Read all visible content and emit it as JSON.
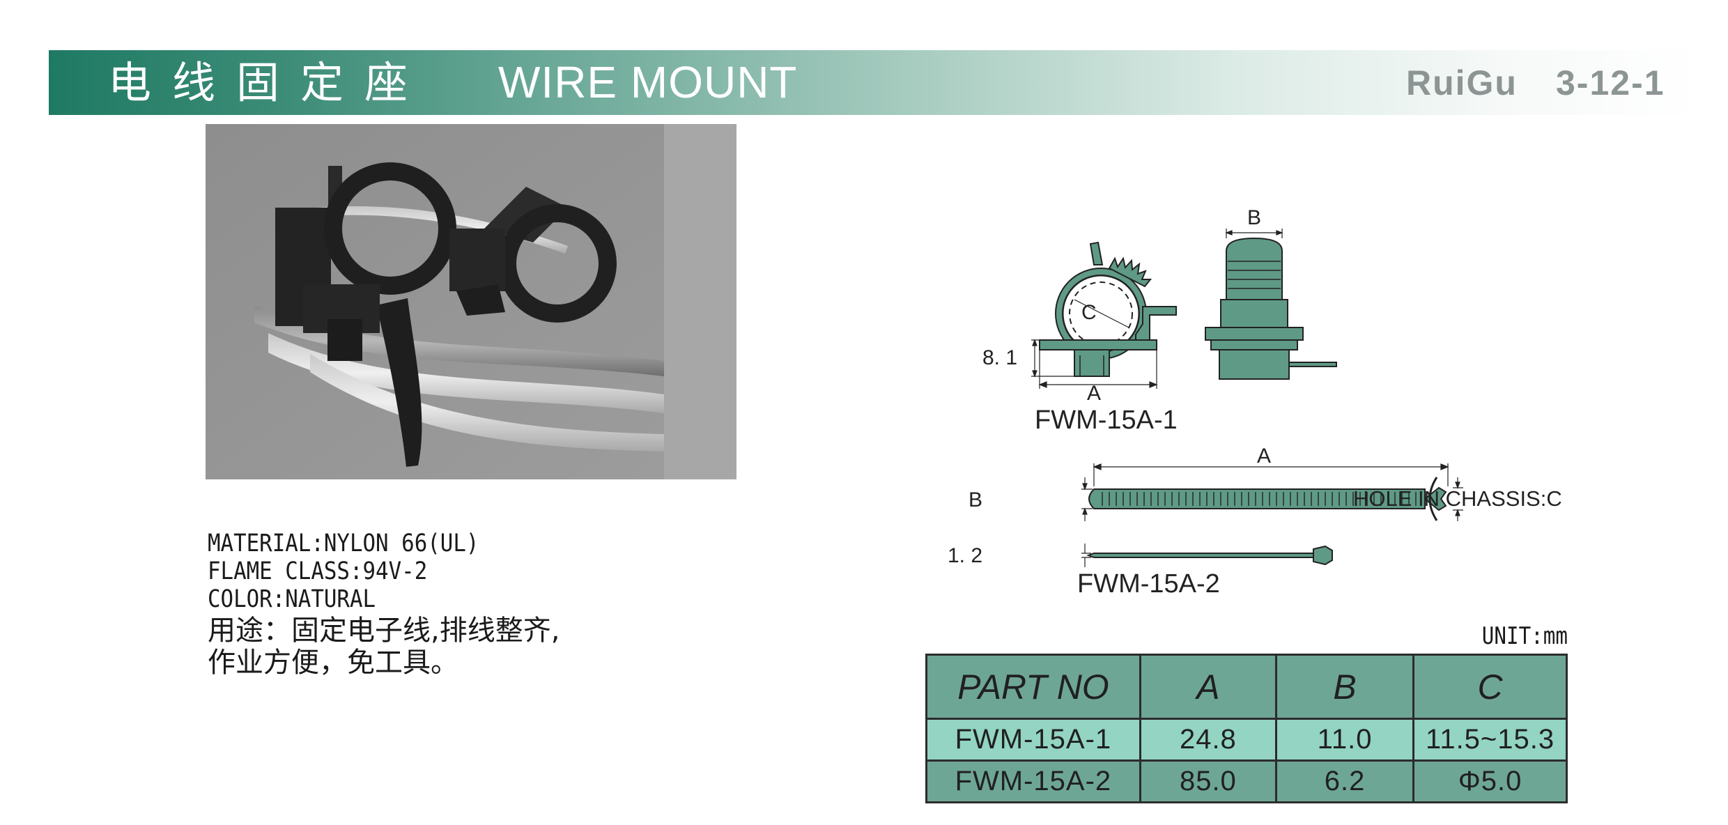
{
  "header": {
    "title_cn": "电线固定座",
    "title_en": "WIRE MOUNT",
    "brand": "RuiGu",
    "page_number": "3-12-1"
  },
  "specs": {
    "material": "MATERIAL:NYLON 66(UL)",
    "flame_class": "FLAME CLASS:94V-2",
    "color": "COLOR:NATURAL",
    "usage_line1": "用途：固定电子线,排线整齐,",
    "usage_line2": "作业方便，免工具。"
  },
  "drawing": {
    "label_b_top": "B",
    "label_c": "C",
    "label_8_1": "8. 1",
    "label_a_bottom": "A",
    "caption1": "FWM-15A-1",
    "label_a_top2": "A",
    "label_b_side": "B",
    "hole_label": "HOLE IN CHASSIS:C",
    "label_1_2": "1. 2",
    "caption2": "FWM-15A-2"
  },
  "colors": {
    "banner_dark": "#1f7a63",
    "part_fill": "#5f9a86",
    "table_header": "#6ea696",
    "table_row_light": "#93d4c2"
  },
  "table": {
    "unit": "UNIT:mm",
    "headers": [
      "PART NO",
      "A",
      "B",
      "C"
    ],
    "rows": [
      [
        "FWM-15A-1",
        "24.8",
        "11.0",
        "11.5~15.3"
      ],
      [
        "FWM-15A-2",
        "85.0",
        "6.2",
        "Φ5.0"
      ]
    ]
  }
}
